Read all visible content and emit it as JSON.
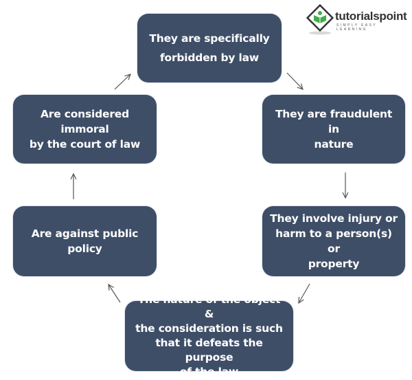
{
  "logo": {
    "wordmark": "tutorialspoint",
    "tagline": "SIMPLY EASY LEARNING",
    "colors": {
      "green": "#3fae49",
      "dark": "#333333"
    }
  },
  "diagram": {
    "box_color": "#3f4e67",
    "arrow_color": "#555555",
    "nodes": [
      {
        "id": "top",
        "lines": [
          "They are specifically",
          "forbidden by law"
        ]
      },
      {
        "id": "right-top",
        "lines": [
          "They are fraudulent in",
          "nature"
        ]
      },
      {
        "id": "right-bottom",
        "lines": [
          "They involve injury or",
          "harm to a person(s) or",
          "property"
        ]
      },
      {
        "id": "bottom",
        "lines": [
          "The nature of the object &",
          "the consideration is such",
          "that it defeats the purpose",
          "of the law"
        ]
      },
      {
        "id": "left-bottom",
        "lines": [
          "Are against public",
          "policy"
        ]
      },
      {
        "id": "left-top",
        "lines": [
          "Are considered immoral",
          "by the court of law"
        ]
      }
    ],
    "edges": [
      {
        "from": "top",
        "to": "right-top"
      },
      {
        "from": "right-top",
        "to": "right-bottom"
      },
      {
        "from": "right-bottom",
        "to": "bottom"
      },
      {
        "from": "bottom",
        "to": "left-bottom"
      },
      {
        "from": "left-bottom",
        "to": "left-top"
      },
      {
        "from": "left-top",
        "to": "top"
      }
    ]
  }
}
